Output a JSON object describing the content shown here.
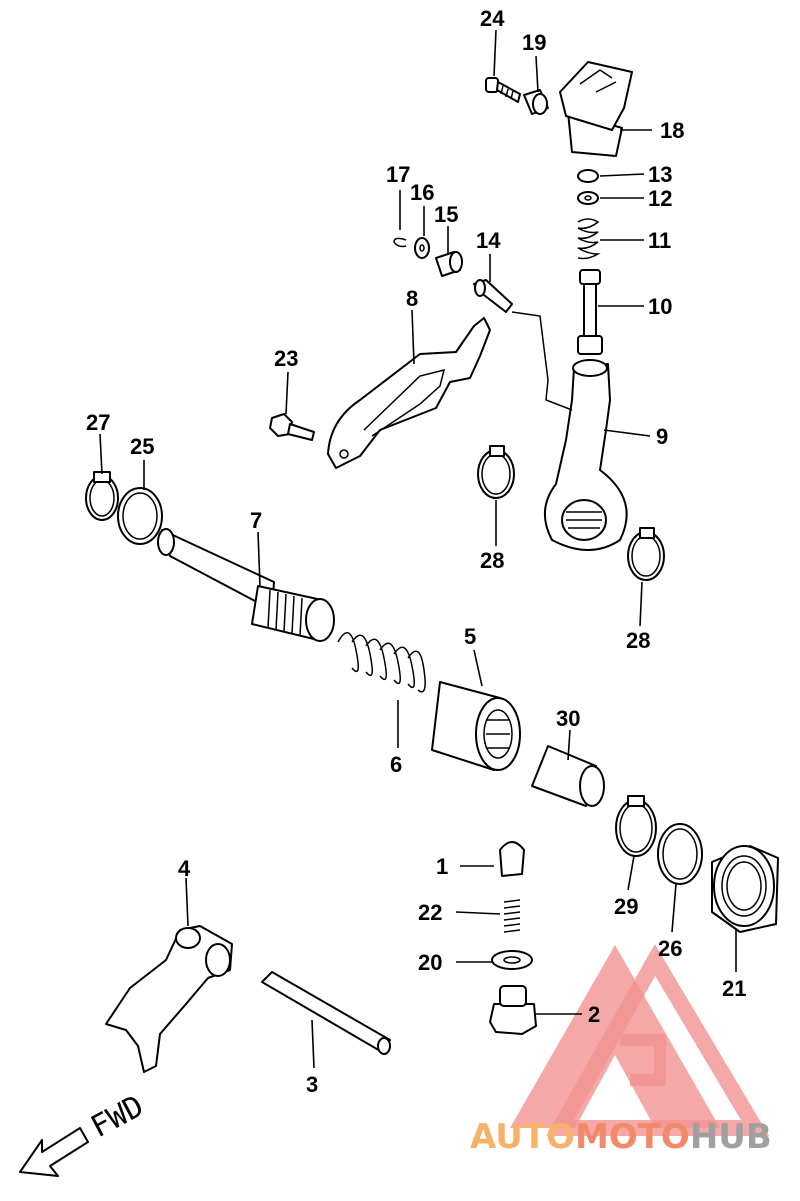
{
  "direction_label": "FWD",
  "watermark": {
    "part1": "AUTO",
    "part2": "MOTO",
    "part3": "HUB",
    "color1": "#f6b26b",
    "color2": "#f08a6a",
    "color3": "#a0a0a0",
    "logo_color": "#f08080"
  },
  "callouts": {
    "p1": "1",
    "p2": "2",
    "p3": "3",
    "p4": "4",
    "p5": "5",
    "p6": "6",
    "p7": "7",
    "p8": "8",
    "p9": "9",
    "p10": "10",
    "p11": "11",
    "p12": "12",
    "p13": "13",
    "p14": "14",
    "p15": "15",
    "p16": "16",
    "p17": "17",
    "p18": "18",
    "p19": "19",
    "p20": "20",
    "p21": "21",
    "p22": "22",
    "p23": "23",
    "p24": "24",
    "p25": "25",
    "p26": "26",
    "p27": "27",
    "p28a": "28",
    "p28b": "28",
    "p29": "29",
    "p30": "30"
  }
}
